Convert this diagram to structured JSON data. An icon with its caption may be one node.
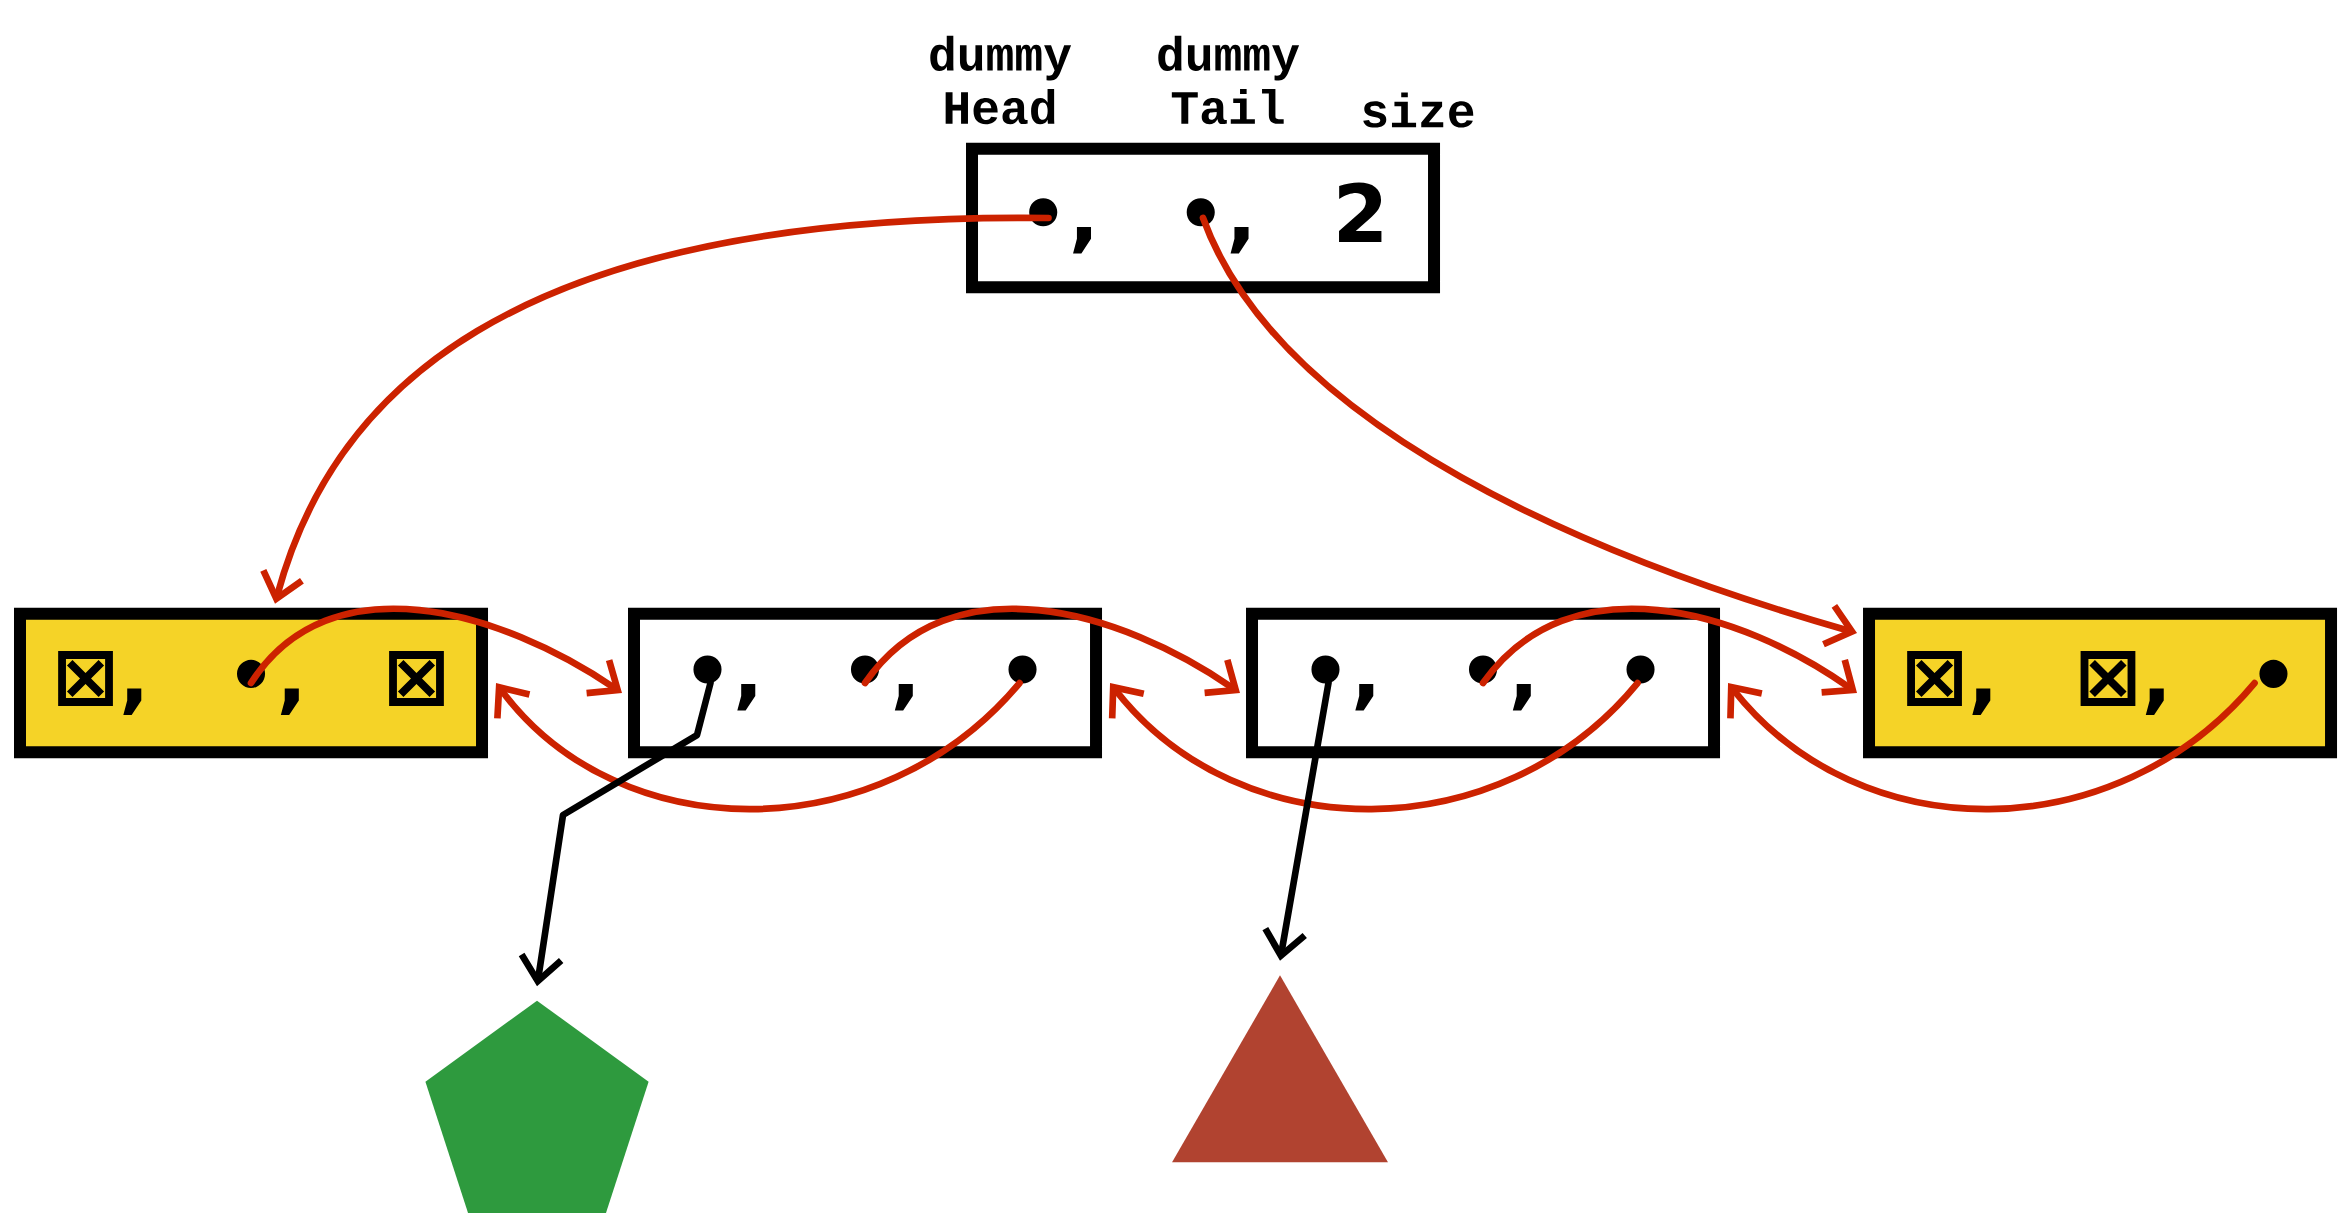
{
  "diagram": {
    "nodes": [
      {
        "text": [
          "•, •, 2"
        ],
        "beside": [
          "dummy Head",
          "dummy Tail",
          "size"
        ]
      },
      {
        "text": [
          "⊠, •, ⊠"
        ]
      },
      {
        "text": [
          "•, •, •"
        ]
      },
      {
        "text": [
          "•, •, •"
        ]
      },
      {
        "text": [
          "⊠, ⊠, •"
        ]
      },
      {
        "text": [],
        "shape": "pentagon"
      },
      {
        "text": [],
        "shape": "triangle"
      }
    ],
    "edges": [
      {
        "from": 0,
        "to": 1,
        "arrow": "to"
      },
      {
        "from": 0,
        "to": 4,
        "arrow": "to"
      },
      {
        "from": 1,
        "to": 2,
        "arrow": "to"
      },
      {
        "from": 2,
        "to": 1,
        "arrow": "to"
      },
      {
        "from": 2,
        "to": 3,
        "arrow": "to"
      },
      {
        "from": 3,
        "to": 2,
        "arrow": "to"
      },
      {
        "from": 3,
        "to": 4,
        "arrow": "to"
      },
      {
        "from": 4,
        "to": 3,
        "arrow": "to"
      },
      {
        "from": 2,
        "to": 5,
        "arrow": "to",
        "color": "#000000"
      },
      {
        "from": 3,
        "to": 6,
        "arrow": "to",
        "color": "#000000"
      }
    ]
  }
}
